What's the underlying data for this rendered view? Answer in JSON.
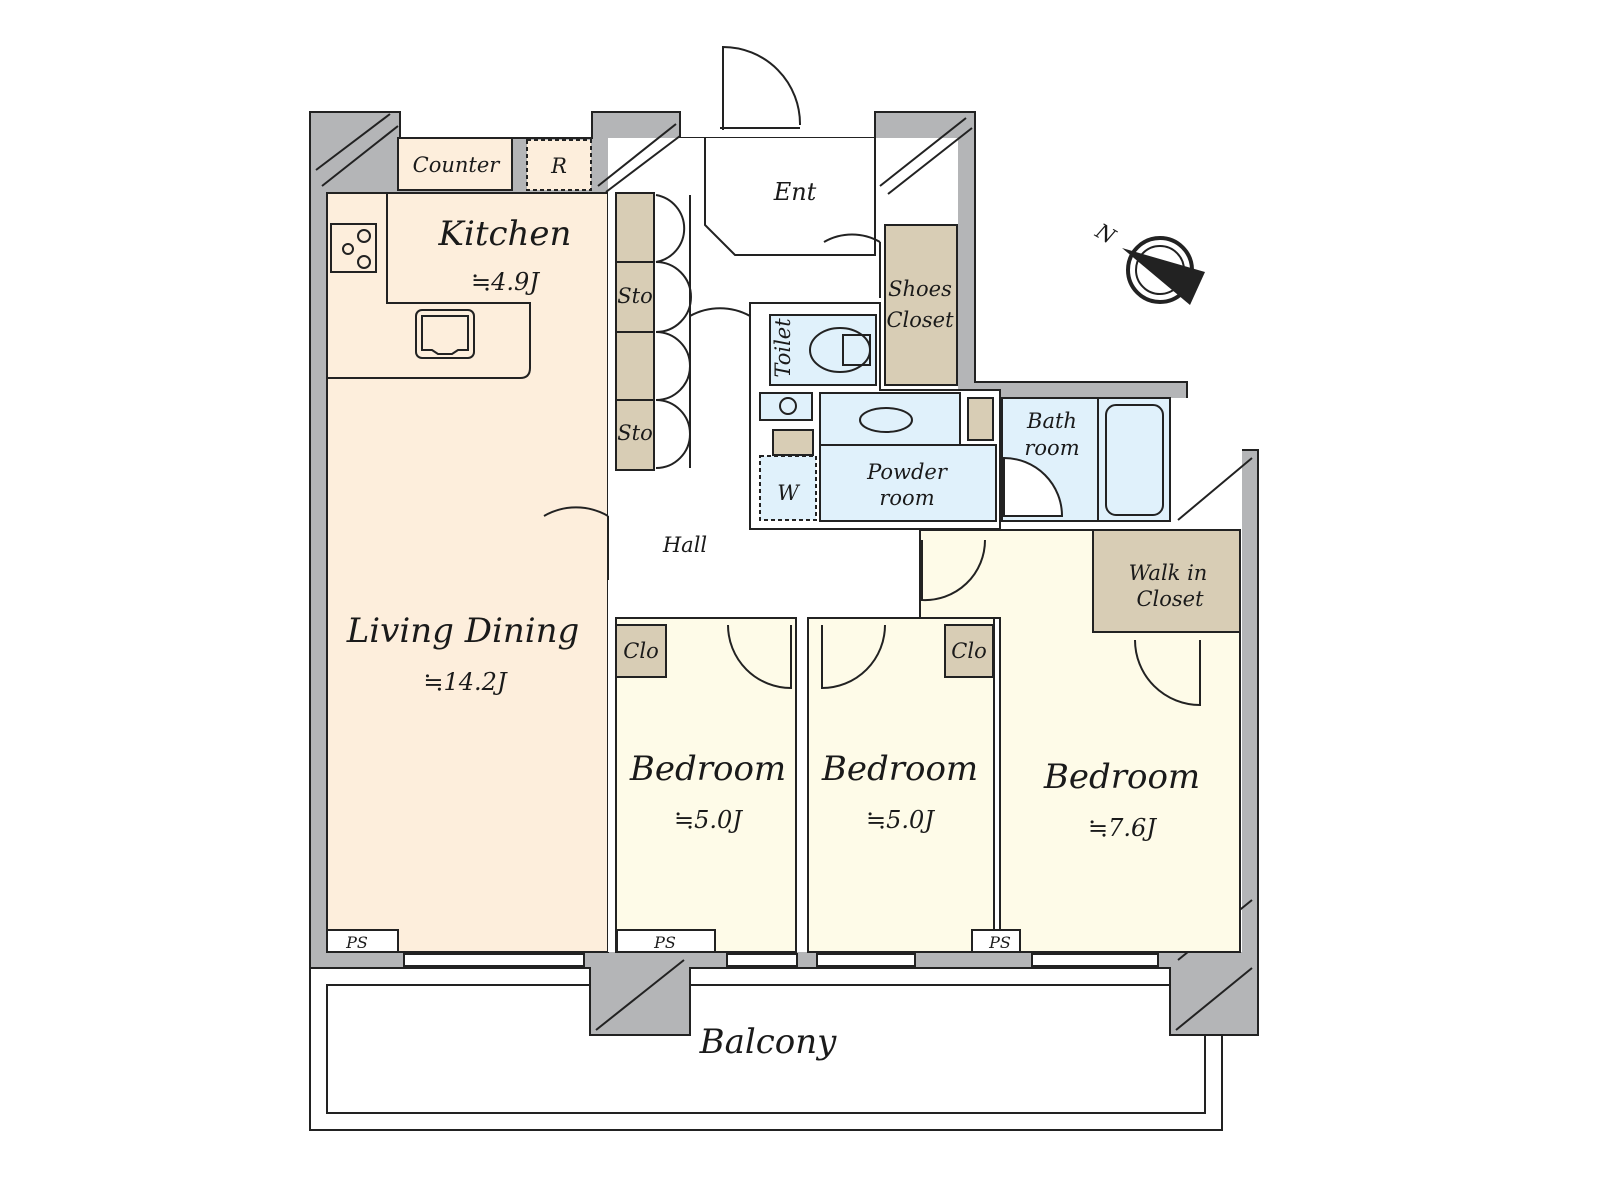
{
  "rooms": {
    "counter": "Counter",
    "fridge": "R",
    "kitchen": {
      "name": "Kitchen",
      "area": "≒4.9J"
    },
    "storage_1": "Sto",
    "storage_2": "Sto",
    "entrance": "Ent",
    "shoes_closet_1": "Shoes",
    "shoes_closet_2": "Closet",
    "toilet": "Toilet",
    "washer": "W",
    "powder_room_1": "Powder",
    "powder_room_2": "room",
    "bathroom_1": "Bath",
    "bathroom_2": "room",
    "hall": "Hall",
    "living_dining": {
      "name": "Living Dining",
      "area": "≒14.2J"
    },
    "walk_in_closet_1": "Walk in",
    "walk_in_closet_2": "Closet",
    "closet_1": "Clo",
    "closet_2": "Clo",
    "bedroom_1": {
      "name": "Bedroom",
      "area": "≒5.0J"
    },
    "bedroom_2": {
      "name": "Bedroom",
      "area": "≒5.0J"
    },
    "bedroom_3": {
      "name": "Bedroom",
      "area": "≒7.6J"
    },
    "ps_1": "PS",
    "ps_2": "PS",
    "ps_3": "PS",
    "balcony": "Balcony"
  },
  "compass": {
    "label": "N"
  },
  "colors": {
    "wall": "#b4b5b7",
    "living": "#fdeedc",
    "closet": "#d8cdb5",
    "wet": "#e0f1fb",
    "bedroom": "#fefbe8"
  }
}
